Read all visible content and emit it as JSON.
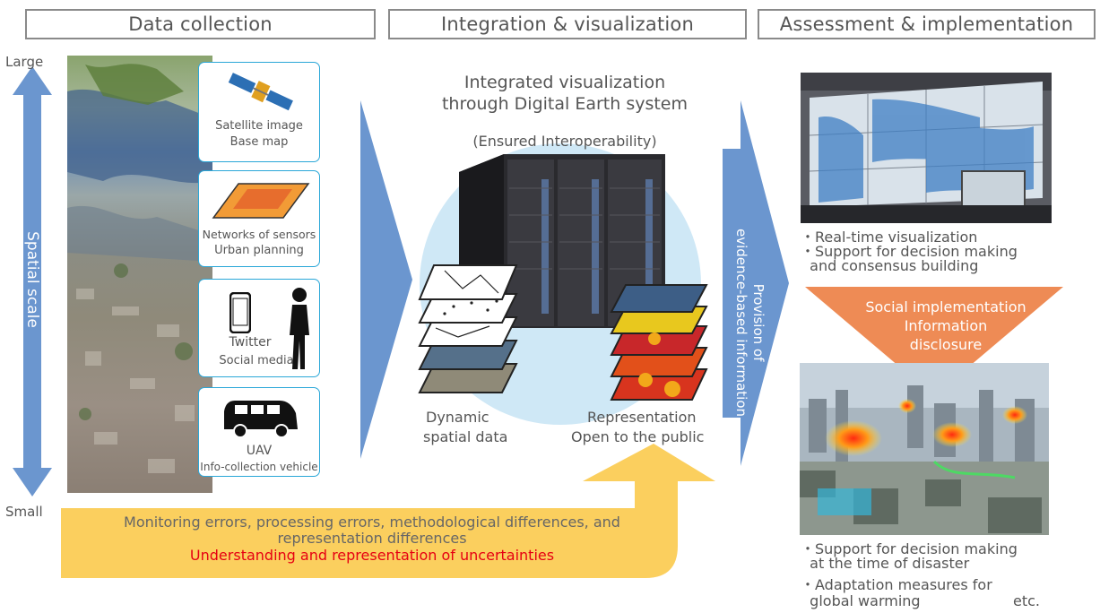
{
  "headers": {
    "data_collection": "Data collection",
    "integration": "Integration & visualization",
    "assessment": "Assessment & implementation"
  },
  "scale": {
    "large": "Large",
    "small": "Small",
    "axis_label": "Spatial scale"
  },
  "callouts": [
    {
      "line1": "Satellite image",
      "line2": "Base map",
      "icon": "satellite-icon"
    },
    {
      "line1": "Networks of sensors",
      "line2": "Urban planning",
      "icon": "sensor-map-icon"
    },
    {
      "line1": "Twitter",
      "line2": "Social media",
      "icon": "smartphone-person-icon"
    },
    {
      "line1": "UAV",
      "line2": "Info-collection vehicle",
      "icon": "van-icon"
    }
  ],
  "center": {
    "title_line1": "Integrated visualization",
    "title_line2": "through Digital Earth system",
    "subtitle": "(Ensured Interoperability)",
    "dynamic_line1": "Dynamic",
    "dynamic_line2": "spatial data",
    "repr_line1": "Representation",
    "repr_line2": "Open to the public"
  },
  "provision": {
    "line1": "Provision of",
    "line2": "evidence-based information"
  },
  "right": {
    "bullets_top": [
      "・Real-time visualization",
      "・Support for decision making",
      "  and consensus building"
    ],
    "orange_lines": [
      "Social implementation",
      "Information",
      "disclosure"
    ],
    "bullets_bottom": [
      "・Support for decision making",
      "  at the time of disaster",
      "・Adaptation measures for",
      "  global warming"
    ],
    "etc": "etc."
  },
  "uncertainty": {
    "line1": "Monitoring errors, processing errors, methodological differences, and",
    "line2": "representation differences",
    "line3": "Understanding and representation of uncertainties"
  },
  "colors": {
    "blue_arrow": "#6b96cf",
    "callout_border": "#2aa7d8",
    "orange": "#ee8b55",
    "yellow": "#fbcf5e",
    "red_text": "#e60012",
    "globe": "#cfe8f6"
  }
}
